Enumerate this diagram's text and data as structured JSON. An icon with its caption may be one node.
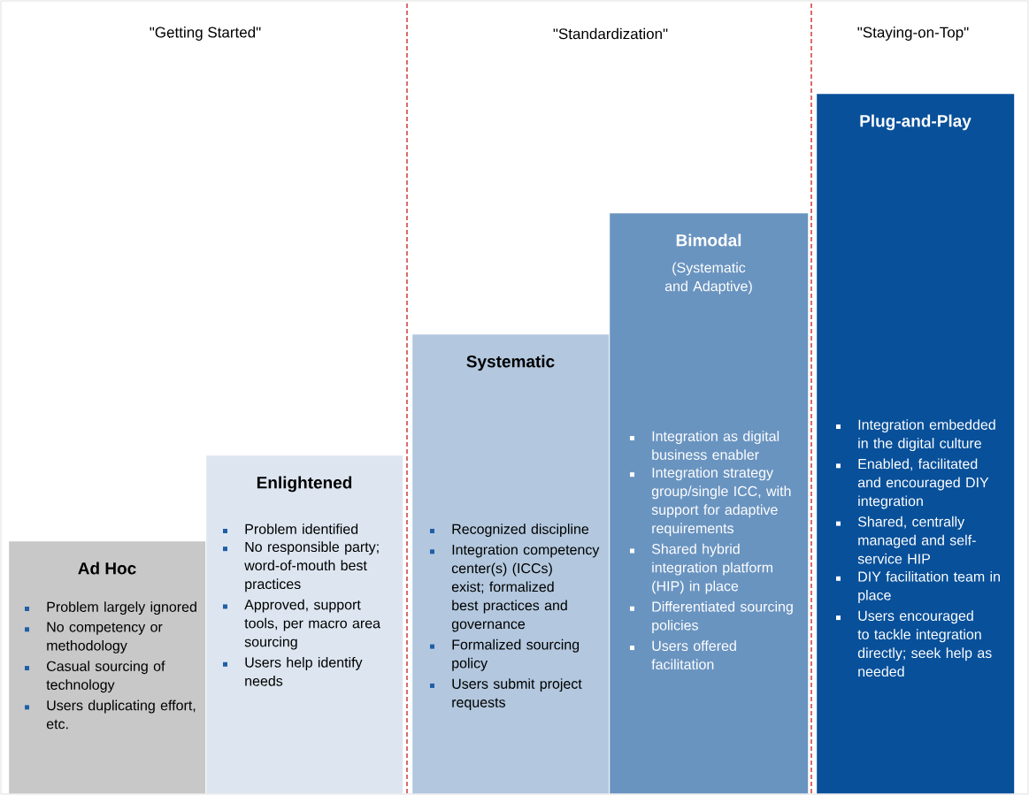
{
  "diagram": {
    "nodes": [
      {
        "text": [
          "Ad Hoc",
          "Problem largely ignored",
          "No competency or methodology",
          "Casual sourcing of technology",
          "Users duplicating effort, etc."
        ]
      },
      {
        "text": [
          "Enlightened",
          "Problem identified",
          "No responsible party; word-of-mouth best practices",
          "Approved, support tools, per macro area sourcing",
          "Users help identify needs"
        ]
      },
      {
        "text": [
          "Systematic",
          "Recognized discipline",
          "Integration competency center(s) (ICCs) exist; formalized best practices and governance",
          "Formalized sourcing policy",
          "Users submit project requests"
        ]
      },
      {
        "text": [
          "Bimodal",
          "(Systematic and Adaptive)",
          "Integration as digital business enabler",
          "Integration strategy group/single ICC, with support for adaptive requirements",
          "Shared hybrid integration platform (HIP) in place",
          "Differentiated sourcing policies",
          "Users offered facilitation"
        ]
      },
      {
        "text": [
          "Plug-and-Play",
          "Integration embedded in the digital culture",
          "Enabled, facilitated and encouraged DIY integration",
          "Shared, centrally managed and self-service HIP",
          "DIY facilitation team in place",
          "Users encouraged to tackle integration directly; seek help as needed"
        ]
      }
    ],
    "labels": [
      "\"Getting Started\"",
      "\"Standardization\"",
      "\"Staying-on-Top\""
    ]
  }
}
